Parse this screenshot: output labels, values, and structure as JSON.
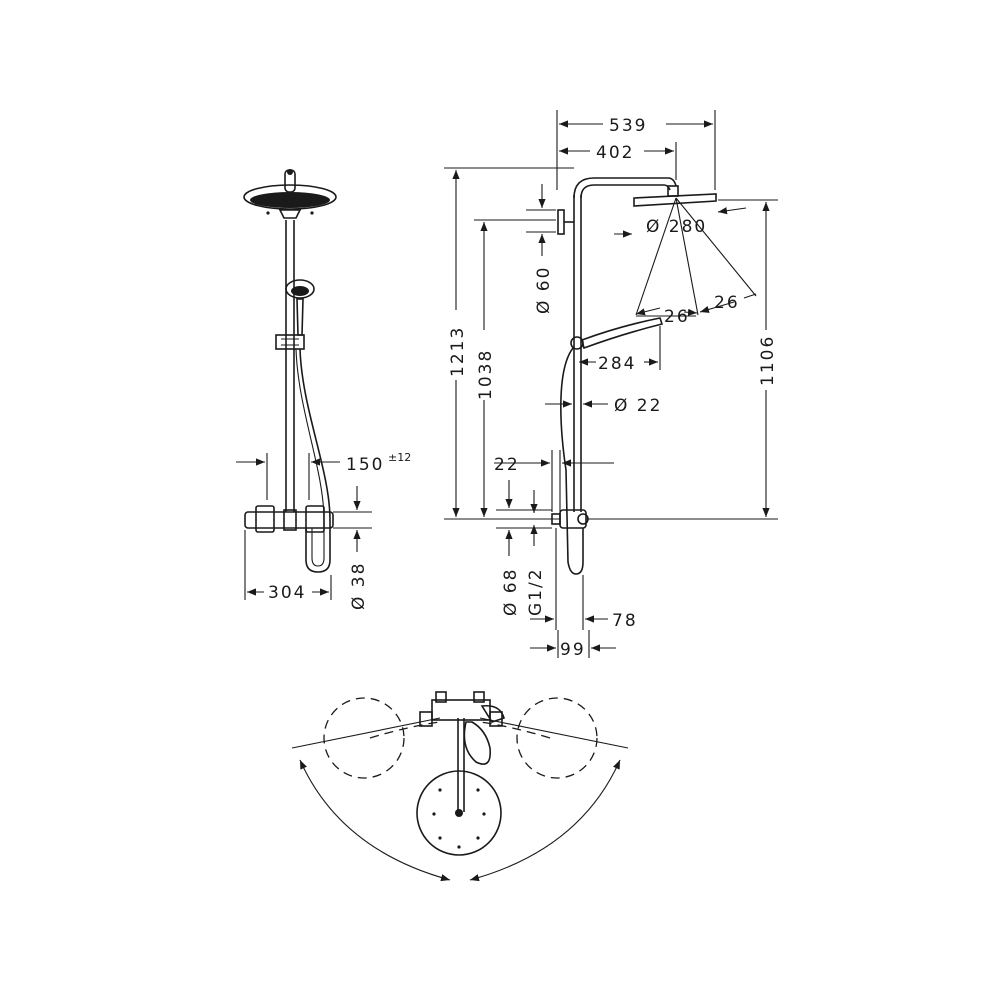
{
  "dimensions": {
    "d539": "539",
    "d402": "402",
    "d280": "Ø 280",
    "d60": "Ø 60",
    "d26a": "26",
    "d26b": "26",
    "d284": "284",
    "d22dia": "Ø 22",
    "d22": "22",
    "d1213": "1213",
    "d1038": "1038",
    "d1106": "1106",
    "d68": "Ø 68",
    "g12": "G1/2",
    "d78": "78",
    "d99": "99",
    "d150": "150",
    "d150_tol": "±12",
    "d304": "304",
    "d38": "Ø 38"
  }
}
